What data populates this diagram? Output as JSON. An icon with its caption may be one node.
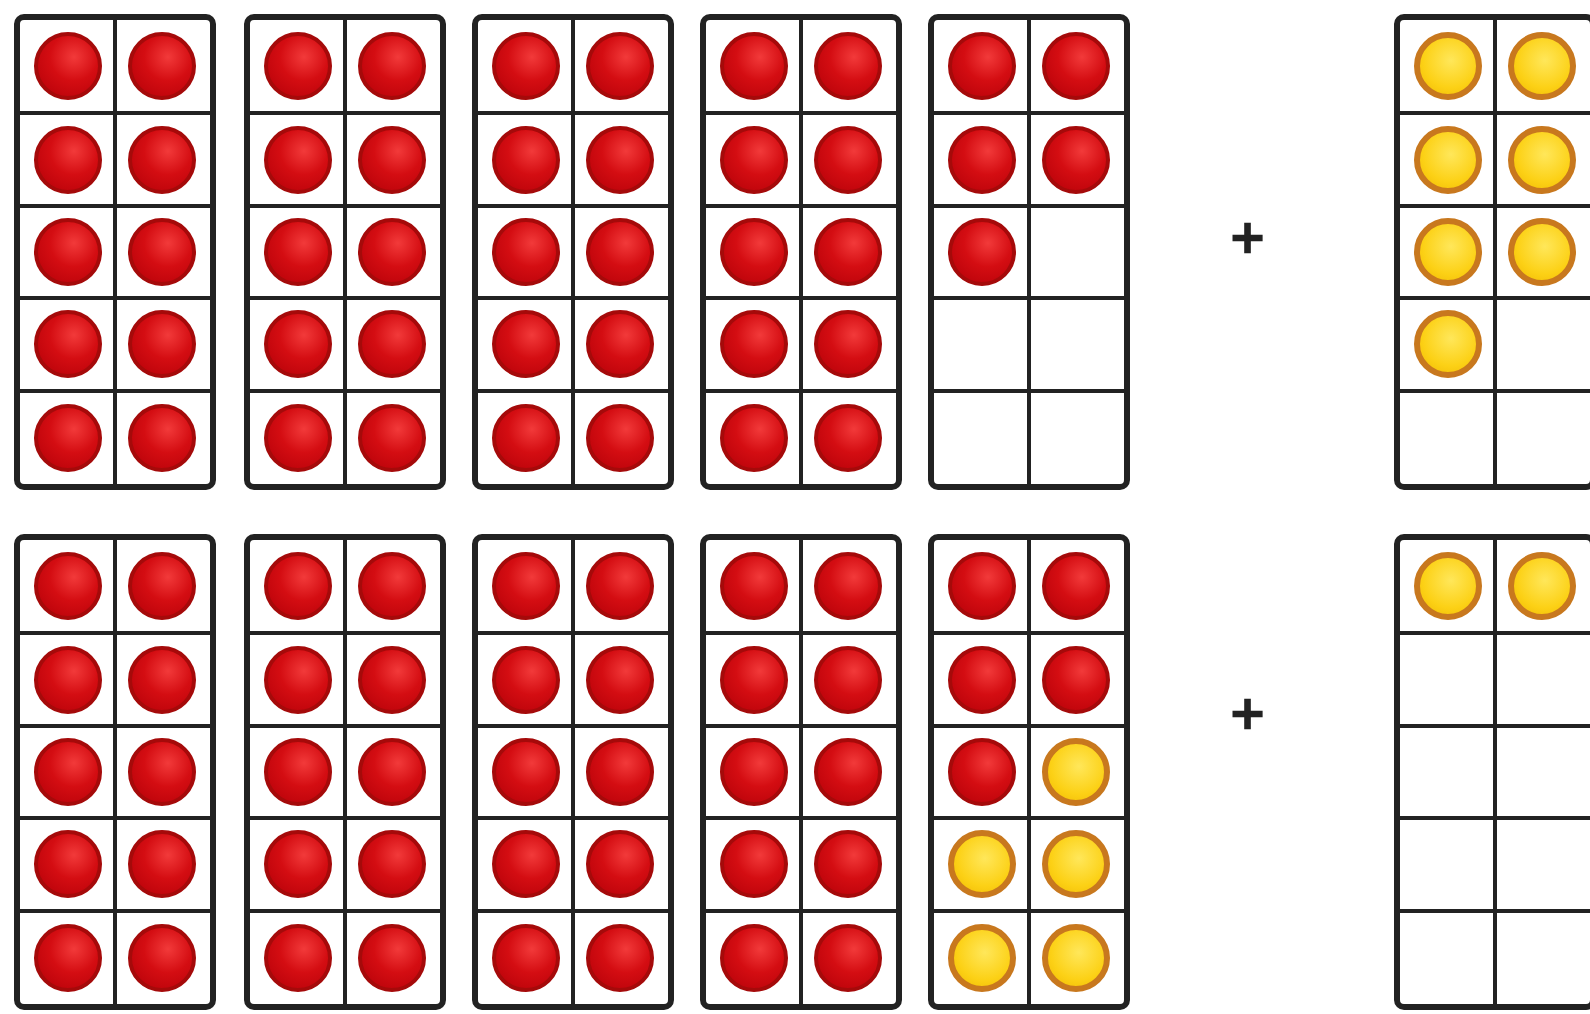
{
  "diagram": {
    "nodes": [
      {
        "text": [],
        "shape": "box"
      },
      {
        "text": [],
        "shape": "circle",
        "in": 0
      },
      {
        "text": [],
        "shape": "circle",
        "in": 0
      },
      {
        "text": [],
        "shape": "circle",
        "in": 0
      },
      {
        "text": [],
        "shape": "circle",
        "in": 0
      },
      {
        "text": [],
        "shape": "circle",
        "in": 0
      },
      {
        "text": [],
        "shape": "circle",
        "in": 0
      },
      {
        "text": [],
        "shape": "circle",
        "in": 0
      },
      {
        "text": [],
        "shape": "circle",
        "in": 0
      },
      {
        "text": [],
        "shape": "circle",
        "in": 0
      },
      {
        "text": [],
        "shape": "circle",
        "in": 0
      },
      {
        "text": [],
        "shape": "box"
      },
      {
        "text": [],
        "shape": "circle",
        "in": 11
      },
      {
        "text": [],
        "shape": "circle",
        "in": 11
      },
      {
        "text": [],
        "shape": "circle",
        "in": 11
      },
      {
        "text": [],
        "shape": "circle",
        "in": 11
      },
      {
        "text": [],
        "shape": "circle",
        "in": 11
      },
      {
        "text": [],
        "shape": "circle",
        "in": 11
      },
      {
        "text": [],
        "shape": "circle",
        "in": 11
      },
      {
        "text": [],
        "shape": "circle",
        "in": 11
      },
      {
        "text": [],
        "shape": "circle",
        "in": 11
      },
      {
        "text": [],
        "shape": "circle",
        "in": 11
      },
      {
        "text": [],
        "shape": "box"
      },
      {
        "text": [],
        "shape": "circle",
        "in": 22
      },
      {
        "text": [],
        "shape": "circle",
        "in": 22
      },
      {
        "text": [],
        "shape": "circle",
        "in": 22
      },
      {
        "text": [],
        "shape": "circle",
        "in": 22
      },
      {
        "text": [],
        "shape": "circle",
        "in": 22
      },
      {
        "text": [],
        "shape": "circle",
        "in": 22
      },
      {
        "text": [],
        "shape": "circle",
        "in": 22
      },
      {
        "text": [],
        "shape": "circle",
        "in": 22
      },
      {
        "text": [],
        "shape": "circle",
        "in": 22
      },
      {
        "text": [],
        "shape": "circle",
        "in": 22
      },
      {
        "text": [],
        "shape": "box"
      },
      {
        "text": [],
        "shape": "circle",
        "in": 33
      },
      {
        "text": [],
        "shape": "circle",
        "in": 33
      },
      {
        "text": [],
        "shape": "circle",
        "in": 33
      },
      {
        "text": [],
        "shape": "circle",
        "in": 33
      },
      {
        "text": [],
        "shape": "circle",
        "in": 33
      },
      {
        "text": [],
        "shape": "circle",
        "in": 33
      },
      {
        "text": [],
        "shape": "circle",
        "in": 33
      },
      {
        "text": [],
        "shape": "circle",
        "in": 33
      },
      {
        "text": [],
        "shape": "circle",
        "in": 33
      },
      {
        "text": [],
        "shape": "circle",
        "in": 33
      },
      {
        "text": [],
        "shape": "box"
      },
      {
        "text": [],
        "shape": "circle",
        "in": 44
      },
      {
        "text": [],
        "shape": "circle",
        "in": 44
      },
      {
        "text": [],
        "shape": "circle",
        "in": 44
      },
      {
        "text": [],
        "shape": "circle",
        "in": 44
      },
      {
        "text": [],
        "shape": "circle",
        "in": 44
      },
      {
        "text": [],
        "shape": "box"
      },
      {
        "text": [],
        "shape": "circle",
        "in": 50
      },
      {
        "text": [],
        "shape": "circle",
        "in": 50
      },
      {
        "text": [],
        "shape": "circle",
        "in": 50
      },
      {
        "text": [],
        "shape": "circle",
        "in": 50
      },
      {
        "text": [],
        "shape": "circle",
        "in": 50
      },
      {
        "text": [],
        "shape": "circle",
        "in": 50
      },
      {
        "text": [],
        "shape": "circle",
        "in": 50
      },
      {
        "text": [],
        "shape": "box"
      },
      {
        "text": [],
        "shape": "circle",
        "in": 58
      },
      {
        "text": [],
        "shape": "circle",
        "in": 58
      },
      {
        "text": [],
        "shape": "circle",
        "in": 58
      },
      {
        "text": [],
        "shape": "circle",
        "in": 58
      },
      {
        "text": [],
        "shape": "circle",
        "in": 58
      },
      {
        "text": [],
        "shape": "circle",
        "in": 58
      },
      {
        "text": [],
        "shape": "circle",
        "in": 58
      },
      {
        "text": [],
        "shape": "circle",
        "in": 58
      },
      {
        "text": [],
        "shape": "circle",
        "in": 58
      },
      {
        "text": [],
        "shape": "circle",
        "in": 58
      },
      {
        "text": [],
        "shape": "box"
      },
      {
        "text": [],
        "shape": "circle",
        "in": 69
      },
      {
        "text": [],
        "shape": "circle",
        "in": 69
      },
      {
        "text": [],
        "shape": "circle",
        "in": 69
      },
      {
        "text": [],
        "shape": "circle",
        "in": 69
      },
      {
        "text": [],
        "shape": "circle",
        "in": 69
      },
      {
        "text": [],
        "shape": "circle",
        "in": 69
      },
      {
        "text": [],
        "shape": "circle",
        "in": 69
      },
      {
        "text": [],
        "shape": "circle",
        "in": 69
      },
      {
        "text": [],
        "shape": "circle",
        "in": 69
      },
      {
        "text": [],
        "shape": "circle",
        "in": 69
      },
      {
        "text": [],
        "shape": "box"
      },
      {
        "text": [],
        "shape": "circle",
        "in": 80
      },
      {
        "text": [],
        "shape": "circle",
        "in": 80
      },
      {
        "text": [],
        "shape": "circle",
        "in": 80
      },
      {
        "text": [],
        "shape": "circle",
        "in": 80
      },
      {
        "text": [],
        "shape": "circle",
        "in": 80
      },
      {
        "text": [],
        "shape": "circle",
        "in": 80
      },
      {
        "text": [],
        "shape": "circle",
        "in": 80
      },
      {
        "text": [],
        "shape": "circle",
        "in": 80
      },
      {
        "text": [],
        "shape": "circle",
        "in": 80
      },
      {
        "text": [],
        "shape": "circle",
        "in": 80
      },
      {
        "text": [],
        "shape": "box"
      },
      {
        "text": [],
        "shape": "circle",
        "in": 91
      },
      {
        "text": [],
        "shape": "circle",
        "in": 91
      },
      {
        "text": [],
        "shape": "circle",
        "in": 91
      },
      {
        "text": [],
        "shape": "circle",
        "in": 91
      },
      {
        "text": [],
        "shape": "circle",
        "in": 91
      },
      {
        "text": [],
        "shape": "circle",
        "in": 91
      },
      {
        "text": [],
        "shape": "circle",
        "in": 91
      },
      {
        "text": [],
        "shape": "circle",
        "in": 91
      },
      {
        "text": [],
        "shape": "circle",
        "in": 91
      },
      {
        "text": [],
        "shape": "circle",
        "in": 91
      },
      {
        "text": [],
        "shape": "box"
      },
      {
        "text": [],
        "shape": "circle",
        "in": 102
      },
      {
        "text": [],
        "shape": "circle",
        "in": 102
      },
      {
        "text": [],
        "shape": "circle",
        "in": 102
      },
      {
        "text": [],
        "shape": "circle",
        "in": 102
      },
      {
        "text": [],
        "shape": "circle",
        "in": 102
      },
      {
        "text": [],
        "shape": "circle",
        "in": 102
      },
      {
        "text": [],
        "shape": "circle",
        "in": 102
      },
      {
        "text": [],
        "shape": "circle",
        "in": 102
      },
      {
        "text": [],
        "shape": "circle",
        "in": 102
      },
      {
        "text": [],
        "shape": "circle",
        "in": 102
      },
      {
        "text": [],
        "shape": "box"
      },
      {
        "text": [],
        "shape": "circle",
        "in": 113
      },
      {
        "text": [],
        "shape": "circle",
        "in": 113
      }
    ],
    "labels": [
      "+",
      "+"
    ]
  }
}
